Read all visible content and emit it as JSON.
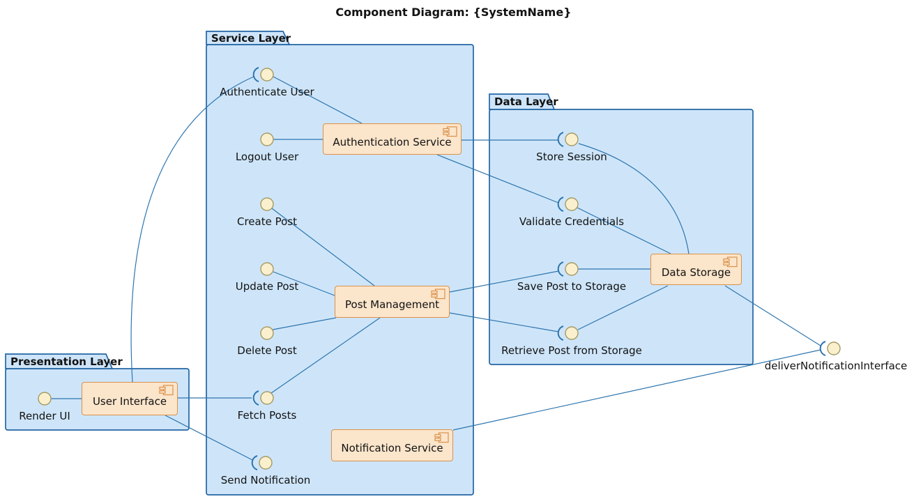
{
  "title": "Component Diagram: {SystemName}",
  "packages": [
    {
      "name": "Service Layer"
    },
    {
      "name": "Data Layer"
    },
    {
      "name": "Presentation Layer"
    }
  ],
  "components": [
    {
      "name": "Authentication Service"
    },
    {
      "name": "Post Management"
    },
    {
      "name": "Notification Service"
    },
    {
      "name": "Data Storage"
    },
    {
      "name": "User Interface"
    }
  ],
  "interfaces": [
    {
      "label": "Authenticate User"
    },
    {
      "label": "Logout User"
    },
    {
      "label": "Create Post"
    },
    {
      "label": "Update Post"
    },
    {
      "label": "Delete Post"
    },
    {
      "label": "Fetch Posts"
    },
    {
      "label": "Send Notification"
    },
    {
      "label": "Store Session"
    },
    {
      "label": "Validate Credentials"
    },
    {
      "label": "Save Post to Storage"
    },
    {
      "label": "Retrieve Post from Storage"
    },
    {
      "label": "Render UI"
    },
    {
      "label": "deliverNotificationInterface"
    }
  ],
  "colors": {
    "package_fill": "#CEE5F9",
    "package_border": "#2465A4",
    "component_fill": "#FBE5CB",
    "component_border": "#DB9149",
    "interface_fill": "#FAF0CE",
    "interface_border": "#A59A63",
    "connector": "#2E75AE",
    "text": "#121212"
  }
}
